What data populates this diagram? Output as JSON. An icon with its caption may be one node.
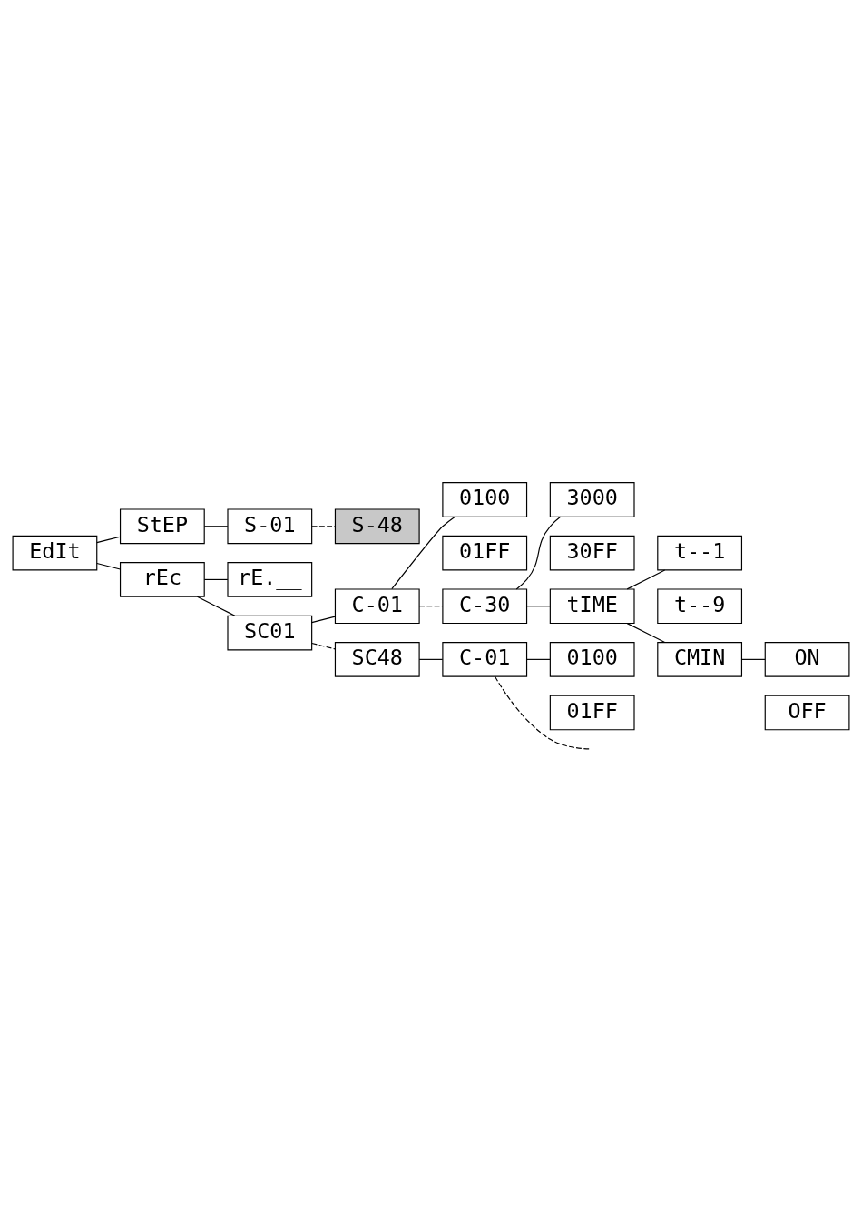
{
  "diagram": {
    "nodes": [
      {
        "text": [
          "EdIt"
        ]
      },
      {
        "text": [
          "StEP"
        ]
      },
      {
        "text": [
          "S-01"
        ]
      },
      {
        "text": [
          "S-48"
        ]
      },
      {
        "text": [
          "rEc"
        ]
      },
      {
        "text": [
          "rE.__"
        ]
      },
      {
        "text": [
          "SC01"
        ]
      },
      {
        "text": [
          "C-01"
        ]
      },
      {
        "text": [
          "0100"
        ]
      },
      {
        "text": [
          "01FF"
        ]
      },
      {
        "text": [
          "C-30"
        ]
      },
      {
        "text": [
          "3000"
        ]
      },
      {
        "text": [
          "30FF"
        ]
      },
      {
        "text": [
          "tIME"
        ]
      },
      {
        "text": [
          "t--1"
        ]
      },
      {
        "text": [
          "t--9"
        ]
      },
      {
        "text": [
          "CMIN"
        ]
      },
      {
        "text": [
          "ON"
        ]
      },
      {
        "text": [
          "OFF"
        ]
      },
      {
        "text": [
          "SC48"
        ]
      },
      {
        "text": [
          "C-01"
        ]
      },
      {
        "text": [
          "0100"
        ]
      },
      {
        "text": [
          "01FF"
        ]
      }
    ],
    "edges": [
      {
        "from": 0,
        "to": 1,
        "arrow": "none"
      },
      {
        "from": 0,
        "to": 4,
        "arrow": "none"
      },
      {
        "from": 1,
        "to": 2,
        "arrow": "none"
      },
      {
        "from": 2,
        "to": 3,
        "arrow": "none",
        "style": "dashed"
      },
      {
        "from": 4,
        "to": 5,
        "arrow": "none"
      },
      {
        "from": 4,
        "to": 6,
        "arrow": "none"
      },
      {
        "from": 6,
        "to": 7,
        "arrow": "none"
      },
      {
        "from": 7,
        "to": 8,
        "arrow": "none"
      },
      {
        "from": 7,
        "to": 10,
        "arrow": "none",
        "style": "dashed"
      },
      {
        "from": 10,
        "to": 11,
        "arrow": "none"
      },
      {
        "from": 10,
        "to": 13,
        "arrow": "none"
      },
      {
        "from": 13,
        "to": 14,
        "arrow": "none"
      },
      {
        "from": 13,
        "to": 16,
        "arrow": "none"
      },
      {
        "from": 16,
        "to": 17,
        "arrow": "none"
      },
      {
        "from": 6,
        "to": 19,
        "arrow": "none",
        "style": "dashed"
      },
      {
        "from": 19,
        "to": 20,
        "arrow": "none"
      },
      {
        "from": 20,
        "to": 21,
        "arrow": "none"
      },
      {
        "from": 20,
        "to": null,
        "arrow": "none",
        "style": "dashed"
      }
    ]
  }
}
